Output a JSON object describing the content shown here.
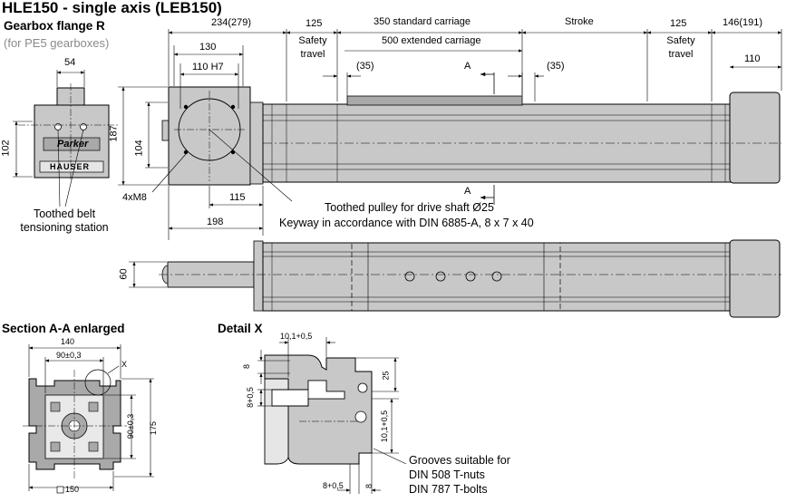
{
  "title": "HLE150 - single axis (LEB150)",
  "gearbox": {
    "heading": "Gearbox flange R",
    "note": "(for PE5 gearboxes)"
  },
  "end_view": {
    "dim_54": "54",
    "dim_102": "102",
    "brand_top": "Parker",
    "brand_bottom": "HAUSER",
    "callout": "Toothed belt tensioning station"
  },
  "top_view": {
    "dims": {
      "d234": "234(279)",
      "d130": "130",
      "d110h7": "110 H7",
      "d187": "187",
      "d104": "104",
      "d115": "115",
      "d198": "198",
      "d125a": "125",
      "d125b": "125",
      "d146": "146(191)",
      "d110": "110",
      "d35a": "(35)",
      "d35b": "(35)"
    },
    "safety_left": "Safety travel",
    "safety_right": "Safety travel",
    "carriage_std": "350 standard carriage",
    "carriage_ext": "500 extended carriage",
    "stroke": "Stroke",
    "section_top": "A",
    "section_bottom": "A",
    "holes": "4xM8",
    "pulley": "Toothed pulley for drive shaft Ø25",
    "keyway": "Keyway in accordance with DIN 6885-A, 8 x 7 x 40"
  },
  "bottom_view": {
    "d60": "60"
  },
  "section_aa": {
    "heading": "Section A-A enlarged",
    "d140": "140",
    "d90a": "90±0,3",
    "d90b": "90±0,3",
    "d175": "175",
    "dsq150": "150",
    "detail_x": "X"
  },
  "detail_x": {
    "heading": "Detail X",
    "d10_1_top": "10,1+0,5",
    "d8_left": "8",
    "d8_05_left": "8+0,5",
    "d25": "25",
    "d10_1_right": "10,1+0,5",
    "d8_05_bottom": "8+0,5",
    "d8_bottom": "8",
    "grooves_line1": "Grooves suitable for",
    "grooves_line2": "DIN 508 T-nuts",
    "grooves_line3": "DIN 787 T-bolts"
  },
  "colors": {
    "body": "#c8c8c8",
    "body_dark": "#a9a9a9",
    "line": "#000000",
    "gray_text": "#8a8a8a"
  }
}
